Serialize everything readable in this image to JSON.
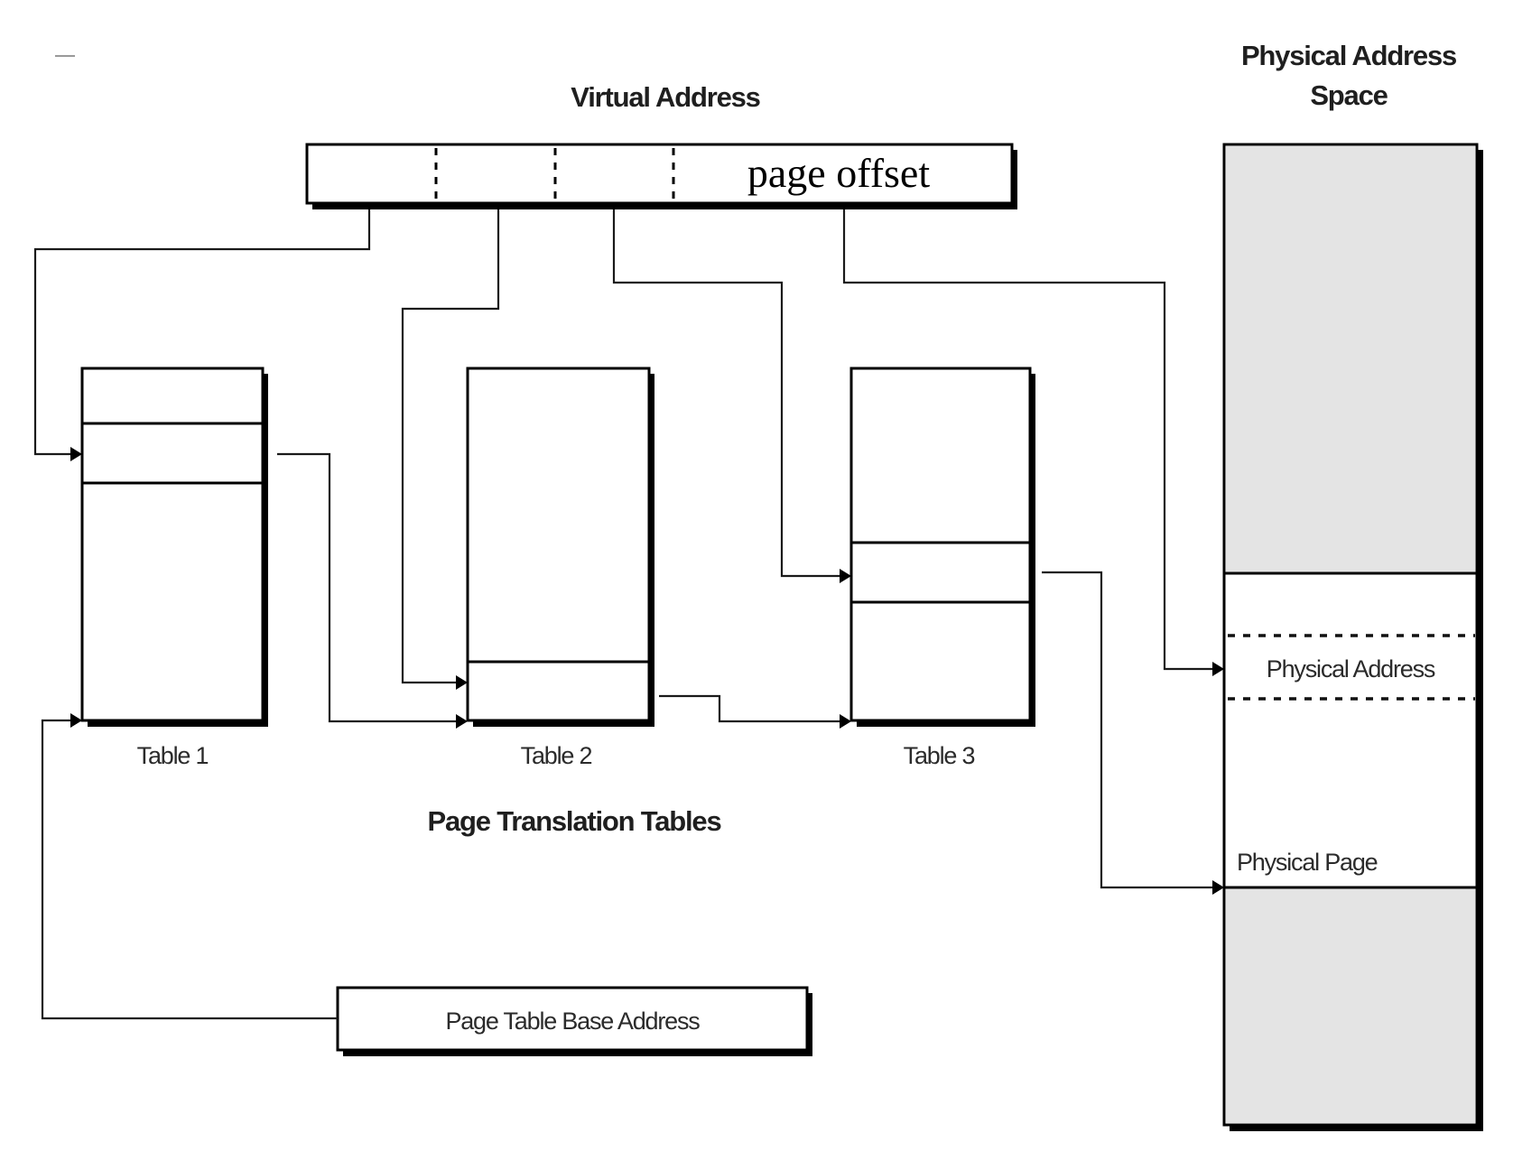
{
  "diagram": {
    "title_virtual_address": "Virtual Address",
    "title_physical_space_line1": "Physical Address",
    "title_physical_space_line2": "Space",
    "virtual_address_fields": [
      "",
      "",
      "",
      "page offset"
    ],
    "page_offset_label": "page offset",
    "tables": [
      {
        "label": "Table 1"
      },
      {
        "label": "Table 2"
      },
      {
        "label": "Table 3"
      }
    ],
    "tables_group_label": "Page Translation Tables",
    "base_register_label": "Page Table Base Address",
    "physical_address_label": "Physical Address",
    "physical_page_label": "Physical Page",
    "colors": {
      "stroke": "#000000",
      "physical_memory_fill": "#e4e4e4",
      "background": "#ffffff"
    }
  }
}
